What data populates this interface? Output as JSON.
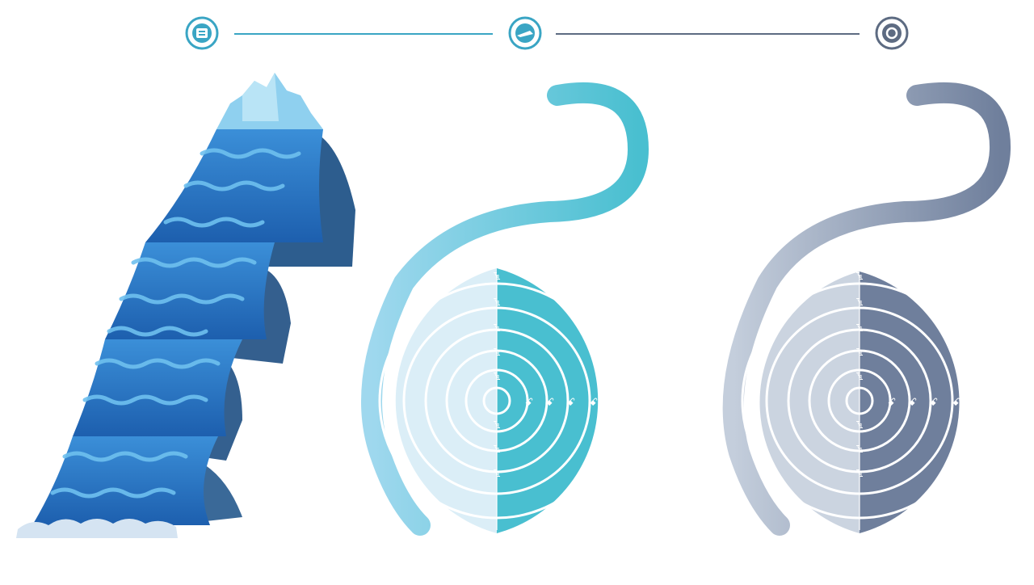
{
  "colors": {
    "background": "#ffffff",
    "waterfall_light": "#4aa3e0",
    "waterfall_dark": "#1f66ad",
    "rock": "#3f6e9c",
    "ice": "#8fd0ef",
    "teal_primary": "#49bfd0",
    "teal_light": "#a9dcef",
    "slate_primary": "#6f7f9c",
    "slate_light": "#b8c3d4",
    "connector_teal": "#3aa5c4",
    "connector_slate": "#5d6b82"
  },
  "steps": [
    {
      "icon": "waterfall-icon"
    },
    {
      "icon": "spiral-icon"
    },
    {
      "icon": "target-icon"
    }
  ],
  "spiral_teal": {
    "marker_labels_right": [
      "ꔃ",
      "ꔃ",
      "ꔃ",
      "ꔃ",
      "ꔃ",
      "ꔃ",
      "ꔃ",
      "ꔃ"
    ],
    "ring_labels": [
      "ꗃ",
      "ꗃ",
      "ꗃ",
      "ꗃ"
    ]
  },
  "spiral_slate": {
    "marker_labels_right": [
      "ꔃ",
      "ꔃ",
      "ꔃ",
      "ꔃ",
      "ꔃ",
      "ꔃ",
      "ꔃ",
      "ꔃ"
    ],
    "ring_labels": [
      "ꗃ",
      "ꗃ",
      "ꗃ",
      "ꗃ",
      "ꗃ",
      "ꗃ",
      "ꗃ",
      "ꗃ"
    ]
  }
}
